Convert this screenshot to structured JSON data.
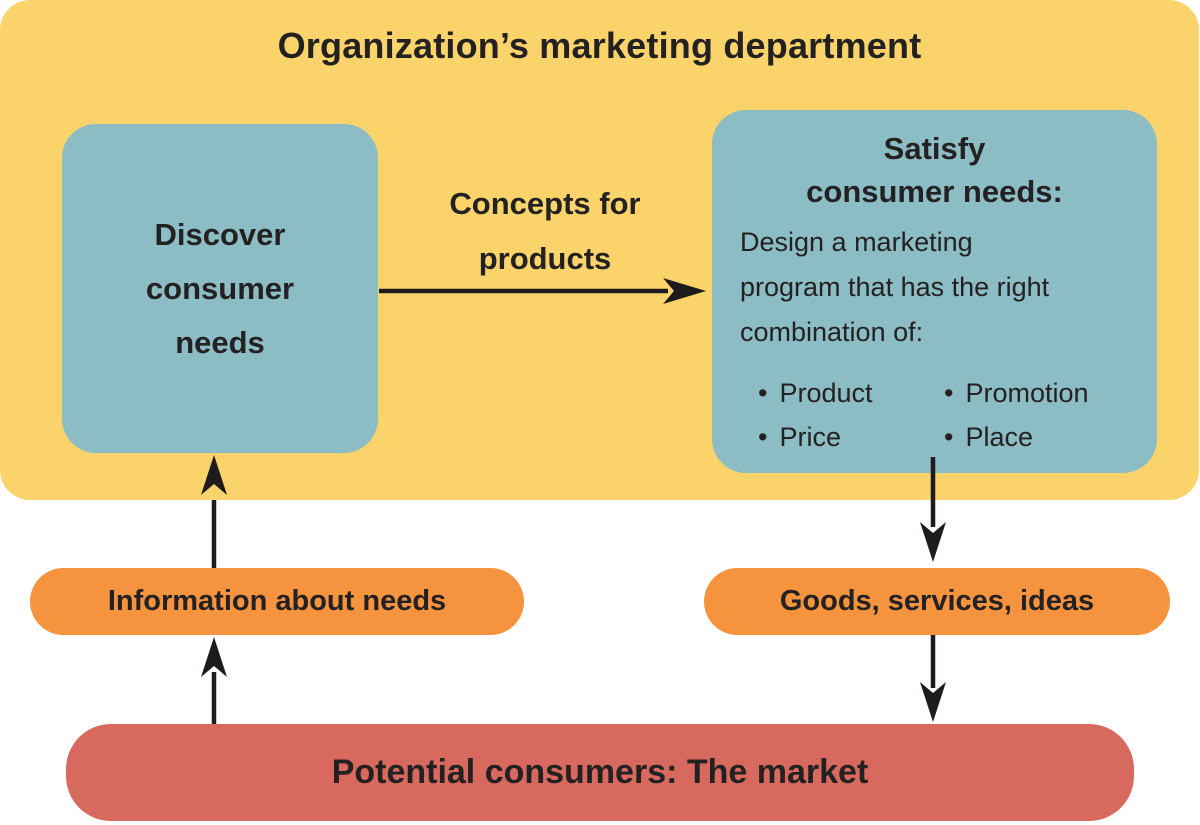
{
  "colors": {
    "yellow": "#FBD36B",
    "teal": "#8CBCC4",
    "orange": "#F6933E",
    "red": "#D7695E",
    "text_dark": "#242122",
    "arrow": "#1E1B1C"
  },
  "department": {
    "title": "Organization’s marketing department"
  },
  "discover_box": {
    "label": "Discover consumer needs"
  },
  "concepts_arrow": {
    "label": "Concepts for products"
  },
  "satisfy_box": {
    "heading_line1": "Satisfy",
    "heading_line2": "consumer needs:",
    "description": "Design a marketing program that has the right combination of:",
    "bullets": [
      "Product",
      "Promotion",
      "Price",
      "Place"
    ]
  },
  "glyphs": {
    "bullet": "•"
  },
  "info_pill": {
    "label": "Information about needs"
  },
  "goods_pill": {
    "label": "Goods, services, ideas"
  },
  "market_bar": {
    "label": "Potential consumers: The market"
  }
}
